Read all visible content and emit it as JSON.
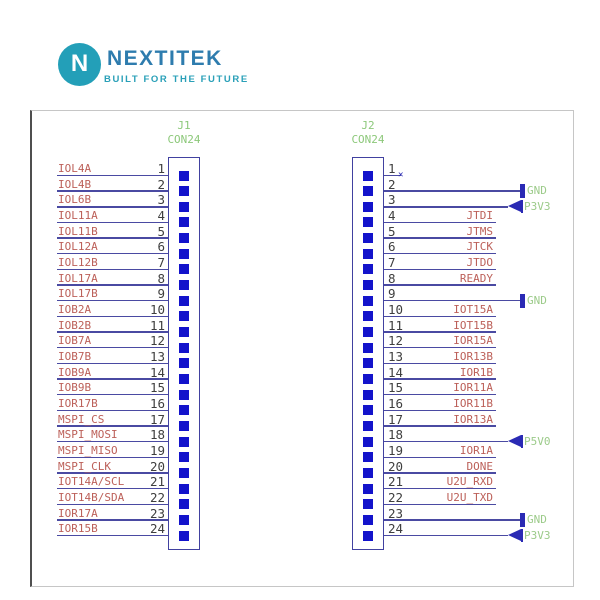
{
  "logo": {
    "icon_letter": "N",
    "brand": "NEXTITEK",
    "tagline": "BUILT FOR THE FUTURE",
    "colors": {
      "icon_bg": "#239fb8",
      "brand_text": "#2e7cae",
      "tagline_text": "#2aa0b8"
    }
  },
  "schematic": {
    "colors": {
      "wire": "#4a4aa2",
      "net_label": "#bc6059",
      "pin_number": "#3f3f3f",
      "connector_outline": "#4141a0",
      "pin_square": "#1313cb",
      "ref_label": "#8cc87a",
      "power_label": "#9ccb8a",
      "power_symbol": "#2a2ab4"
    },
    "connectors": [
      {
        "ref": "J1",
        "part": "CON24",
        "side": "left",
        "pins": [
          {
            "num": "1",
            "label": "IOL4A"
          },
          {
            "num": "2",
            "label": "IOL4B"
          },
          {
            "num": "3",
            "label": "IOL6B"
          },
          {
            "num": "4",
            "label": "IOL11A"
          },
          {
            "num": "5",
            "label": "IOL11B"
          },
          {
            "num": "6",
            "label": "IOL12A"
          },
          {
            "num": "7",
            "label": "IOL12B"
          },
          {
            "num": "8",
            "label": "IOL17A"
          },
          {
            "num": "9",
            "label": "IOL17B"
          },
          {
            "num": "10",
            "label": "IOB2A"
          },
          {
            "num": "11",
            "label": "IOB2B"
          },
          {
            "num": "12",
            "label": "IOB7A"
          },
          {
            "num": "13",
            "label": "IOB7B"
          },
          {
            "num": "14",
            "label": "IOB9A"
          },
          {
            "num": "15",
            "label": "IOB9B"
          },
          {
            "num": "16",
            "label": "IOR17B"
          },
          {
            "num": "17",
            "label": "MSPI_CS"
          },
          {
            "num": "18",
            "label": "MSPI_MOSI"
          },
          {
            "num": "19",
            "label": "MSPI_MISO"
          },
          {
            "num": "20",
            "label": "MSPI_CLK"
          },
          {
            "num": "21",
            "label": "IOT14A/SCL"
          },
          {
            "num": "22",
            "label": "IOT14B/SDA"
          },
          {
            "num": "23",
            "label": "IOR17A"
          },
          {
            "num": "24",
            "label": "IOR15B"
          }
        ]
      },
      {
        "ref": "J2",
        "part": "CON24",
        "side": "right",
        "pins": [
          {
            "num": "1",
            "no_connect": true
          },
          {
            "num": "2",
            "power": "GND",
            "symbol": "gnd-bar"
          },
          {
            "num": "3",
            "power": "P3V3",
            "symbol": "arrow"
          },
          {
            "num": "4",
            "label": "JTDI"
          },
          {
            "num": "5",
            "label": "JTMS"
          },
          {
            "num": "6",
            "label": "JTCK"
          },
          {
            "num": "7",
            "label": "JTDO"
          },
          {
            "num": "8",
            "label": "READY"
          },
          {
            "num": "9",
            "power": "GND",
            "symbol": "gnd-bar"
          },
          {
            "num": "10",
            "label": "IOT15A"
          },
          {
            "num": "11",
            "label": "IOT15B"
          },
          {
            "num": "12",
            "label": "IOR15A"
          },
          {
            "num": "13",
            "label": "IOR13B"
          },
          {
            "num": "14",
            "label": "IOR1B"
          },
          {
            "num": "15",
            "label": "IOR11A"
          },
          {
            "num": "16",
            "label": "IOR11B"
          },
          {
            "num": "17",
            "label": "IOR13A"
          },
          {
            "num": "18",
            "power": "P5V0",
            "symbol": "arrow"
          },
          {
            "num": "19",
            "label": "IOR1A"
          },
          {
            "num": "20",
            "label": "DONE"
          },
          {
            "num": "21",
            "label": "U2U_RXD"
          },
          {
            "num": "22",
            "label": "U2U_TXD"
          },
          {
            "num": "23",
            "power": "GND",
            "symbol": "gnd-bar"
          },
          {
            "num": "24",
            "power": "P3V3",
            "symbol": "arrow"
          }
        ]
      }
    ]
  }
}
